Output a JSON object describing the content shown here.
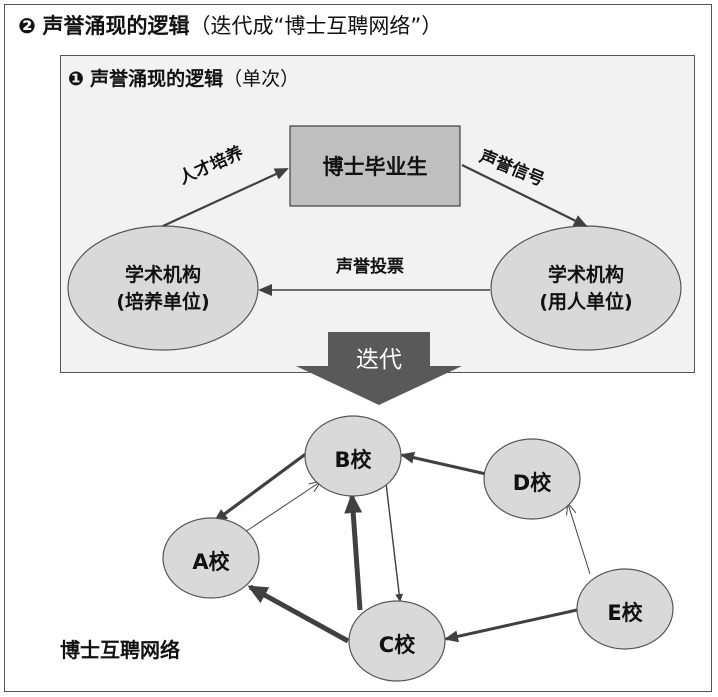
{
  "title": {
    "number": "❷",
    "main": "声誉涌现的逻辑",
    "sub": "（迭代成“博士互聘网络”）"
  },
  "panel": {
    "number": "❶",
    "main": "声誉涌现的逻辑",
    "sub": "（单次）",
    "center_box": "博士毕业生",
    "left_ellipse": [
      "学术机构",
      "(培养单位)"
    ],
    "right_ellipse": [
      "学术机构",
      "(用人单位)"
    ],
    "edge_left": "人才培养",
    "edge_right": "声誉信号",
    "edge_bottom": "声誉投票"
  },
  "iterate_arrow": "迭代",
  "network": {
    "label": "博士互聘网络",
    "nodes": {
      "A": "A校",
      "B": "B校",
      "C": "C校",
      "D": "D校",
      "E": "E校"
    }
  },
  "colors": {
    "panel_bg": "#f2f2f2",
    "node_fill": "#d9d9d9",
    "box_fill": "#bfbfbf",
    "arrow": "#404040",
    "big_arrow": "#595959"
  }
}
